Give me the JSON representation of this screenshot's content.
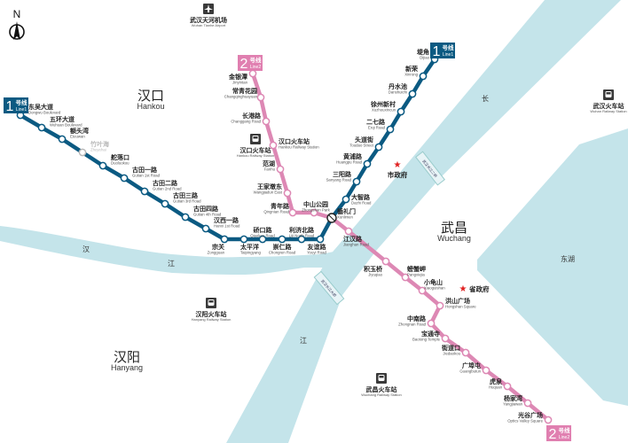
{
  "colors": {
    "water": "#c4e4ea",
    "line1": "#0b5a82",
    "line2": "#dd88b4",
    "unopened": "#b9b9b9",
    "star": "#e02020",
    "badge_line2": "#e07fb0"
  },
  "compass": {
    "label": "N"
  },
  "regions": [
    {
      "zh": "汉口",
      "en": "Hankou"
    },
    {
      "zh": "汉阳",
      "en": "Hanyang"
    },
    {
      "zh": "武昌",
      "en": "Wuchang"
    }
  ],
  "water_labels": [
    "汉",
    "江",
    "江",
    "长",
    "东湖"
  ],
  "bridges": [
    "武汉长江二桥",
    "武汉长江大桥"
  ],
  "landmarks": [
    {
      "icon": "airport-icon",
      "zh": "武汉天河机场",
      "en": "Wuhan Tianhe Airport"
    },
    {
      "icon": "railway-station-icon",
      "zh": "武汉火车站",
      "en": "Wuhan Railway Station"
    },
    {
      "icon": "railway-station-icon",
      "zh": "汉口火车站",
      "en": "Hankou Railway Station"
    },
    {
      "icon": "railway-station-icon",
      "zh": "汉阳火车站",
      "en": "Hanyang Railway Station"
    },
    {
      "icon": "railway-station-icon",
      "zh": "武昌火车站",
      "en": "Wuchang Railway Station"
    },
    {
      "icon": "star-icon",
      "zh": "市政府"
    },
    {
      "icon": "star-icon",
      "zh": "省政府"
    }
  ],
  "lines": [
    {
      "id": "line1",
      "number": "1",
      "zh": "号线",
      "en": "Line1",
      "stations": [
        {
          "zh": "东吴大道",
          "en": "Dongwu Boulevard"
        },
        {
          "zh": "五环大道",
          "en": "Wuhuan Boulevard"
        },
        {
          "zh": "额头湾",
          "en": "Etouwan"
        },
        {
          "zh": "竹叶海",
          "en": "Zhuyehai",
          "unopened": true
        },
        {
          "zh": "舵落口",
          "en": "Duoluokou"
        },
        {
          "zh": "古田一路",
          "en": "Gutian 1st Road"
        },
        {
          "zh": "古田二路",
          "en": "Gutian 2nd Road"
        },
        {
          "zh": "古田三路",
          "en": "Gutian 3rd Road"
        },
        {
          "zh": "古田四路",
          "en": "Gutian 4th Road"
        },
        {
          "zh": "汉西一路",
          "en": "Hanxi 1st Road"
        },
        {
          "zh": "宗关",
          "en": "Zongguan"
        },
        {
          "zh": "太平洋",
          "en": "Taipingyang"
        },
        {
          "zh": "硚口路",
          "en": "Qiaokou Road"
        },
        {
          "zh": "崇仁路",
          "en": "Chongren Road"
        },
        {
          "zh": "利济北路",
          "en": "Liji North Road"
        },
        {
          "zh": "友谊路",
          "en": "Youyi Road"
        },
        {
          "zh": "循礼门",
          "en": "Xunlimen",
          "interchange": true
        },
        {
          "zh": "大智路",
          "en": "Dazhi Road"
        },
        {
          "zh": "三阳路",
          "en": "Sanyang Road"
        },
        {
          "zh": "黄浦路",
          "en": "Huangpu Road"
        },
        {
          "zh": "头道街",
          "en": "Toudao Street"
        },
        {
          "zh": "二七路",
          "en": "Erqi Road"
        },
        {
          "zh": "徐州新村",
          "en": "Xuzhouxincun"
        },
        {
          "zh": "丹水池",
          "en": "Danshuichi"
        },
        {
          "zh": "新荣",
          "en": "Xinrong"
        },
        {
          "zh": "堤角",
          "en": "Dijiao"
        }
      ]
    },
    {
      "id": "line2",
      "number": "2",
      "zh": "号线",
      "en": "Line2",
      "stations": [
        {
          "zh": "金银潭",
          "en": "Jinyintan"
        },
        {
          "zh": "常青花园",
          "en": "Changqinghuayuan"
        },
        {
          "zh": "长港路",
          "en": "Changgang Road"
        },
        {
          "zh": "汉口火车站",
          "en": "Hankou Railway Station"
        },
        {
          "zh": "范湖",
          "en": "Fanhu"
        },
        {
          "zh": "王家墩东",
          "en": "Wangjiadun East"
        },
        {
          "zh": "青年路",
          "en": "Qingnian Road"
        },
        {
          "zh": "中山公园",
          "en": "Zhongshan Park"
        },
        {
          "zh": "循礼门",
          "en": "Xunlimen",
          "interchange": true
        },
        {
          "zh": "江汉路",
          "en": "Jianghan Road"
        },
        {
          "zh": "积玉桥",
          "en": "Jiyuqiao"
        },
        {
          "zh": "螃蟹岬",
          "en": "Pangxiejia"
        },
        {
          "zh": "小龟山",
          "en": "Xiaoguishan"
        },
        {
          "zh": "洪山广场",
          "en": "Hongshan Square"
        },
        {
          "zh": "中南路",
          "en": "Zhongnan Road"
        },
        {
          "zh": "宝通寺",
          "en": "Baotong Temple"
        },
        {
          "zh": "街道口",
          "en": "Jiedaokou"
        },
        {
          "zh": "广埠屯",
          "en": "Guangbutun"
        },
        {
          "zh": "虎泉",
          "en": "Huquan"
        },
        {
          "zh": "杨家湾",
          "en": "Yangjiawan"
        },
        {
          "zh": "光谷广场",
          "en": "Optics Valley Square"
        }
      ]
    }
  ]
}
